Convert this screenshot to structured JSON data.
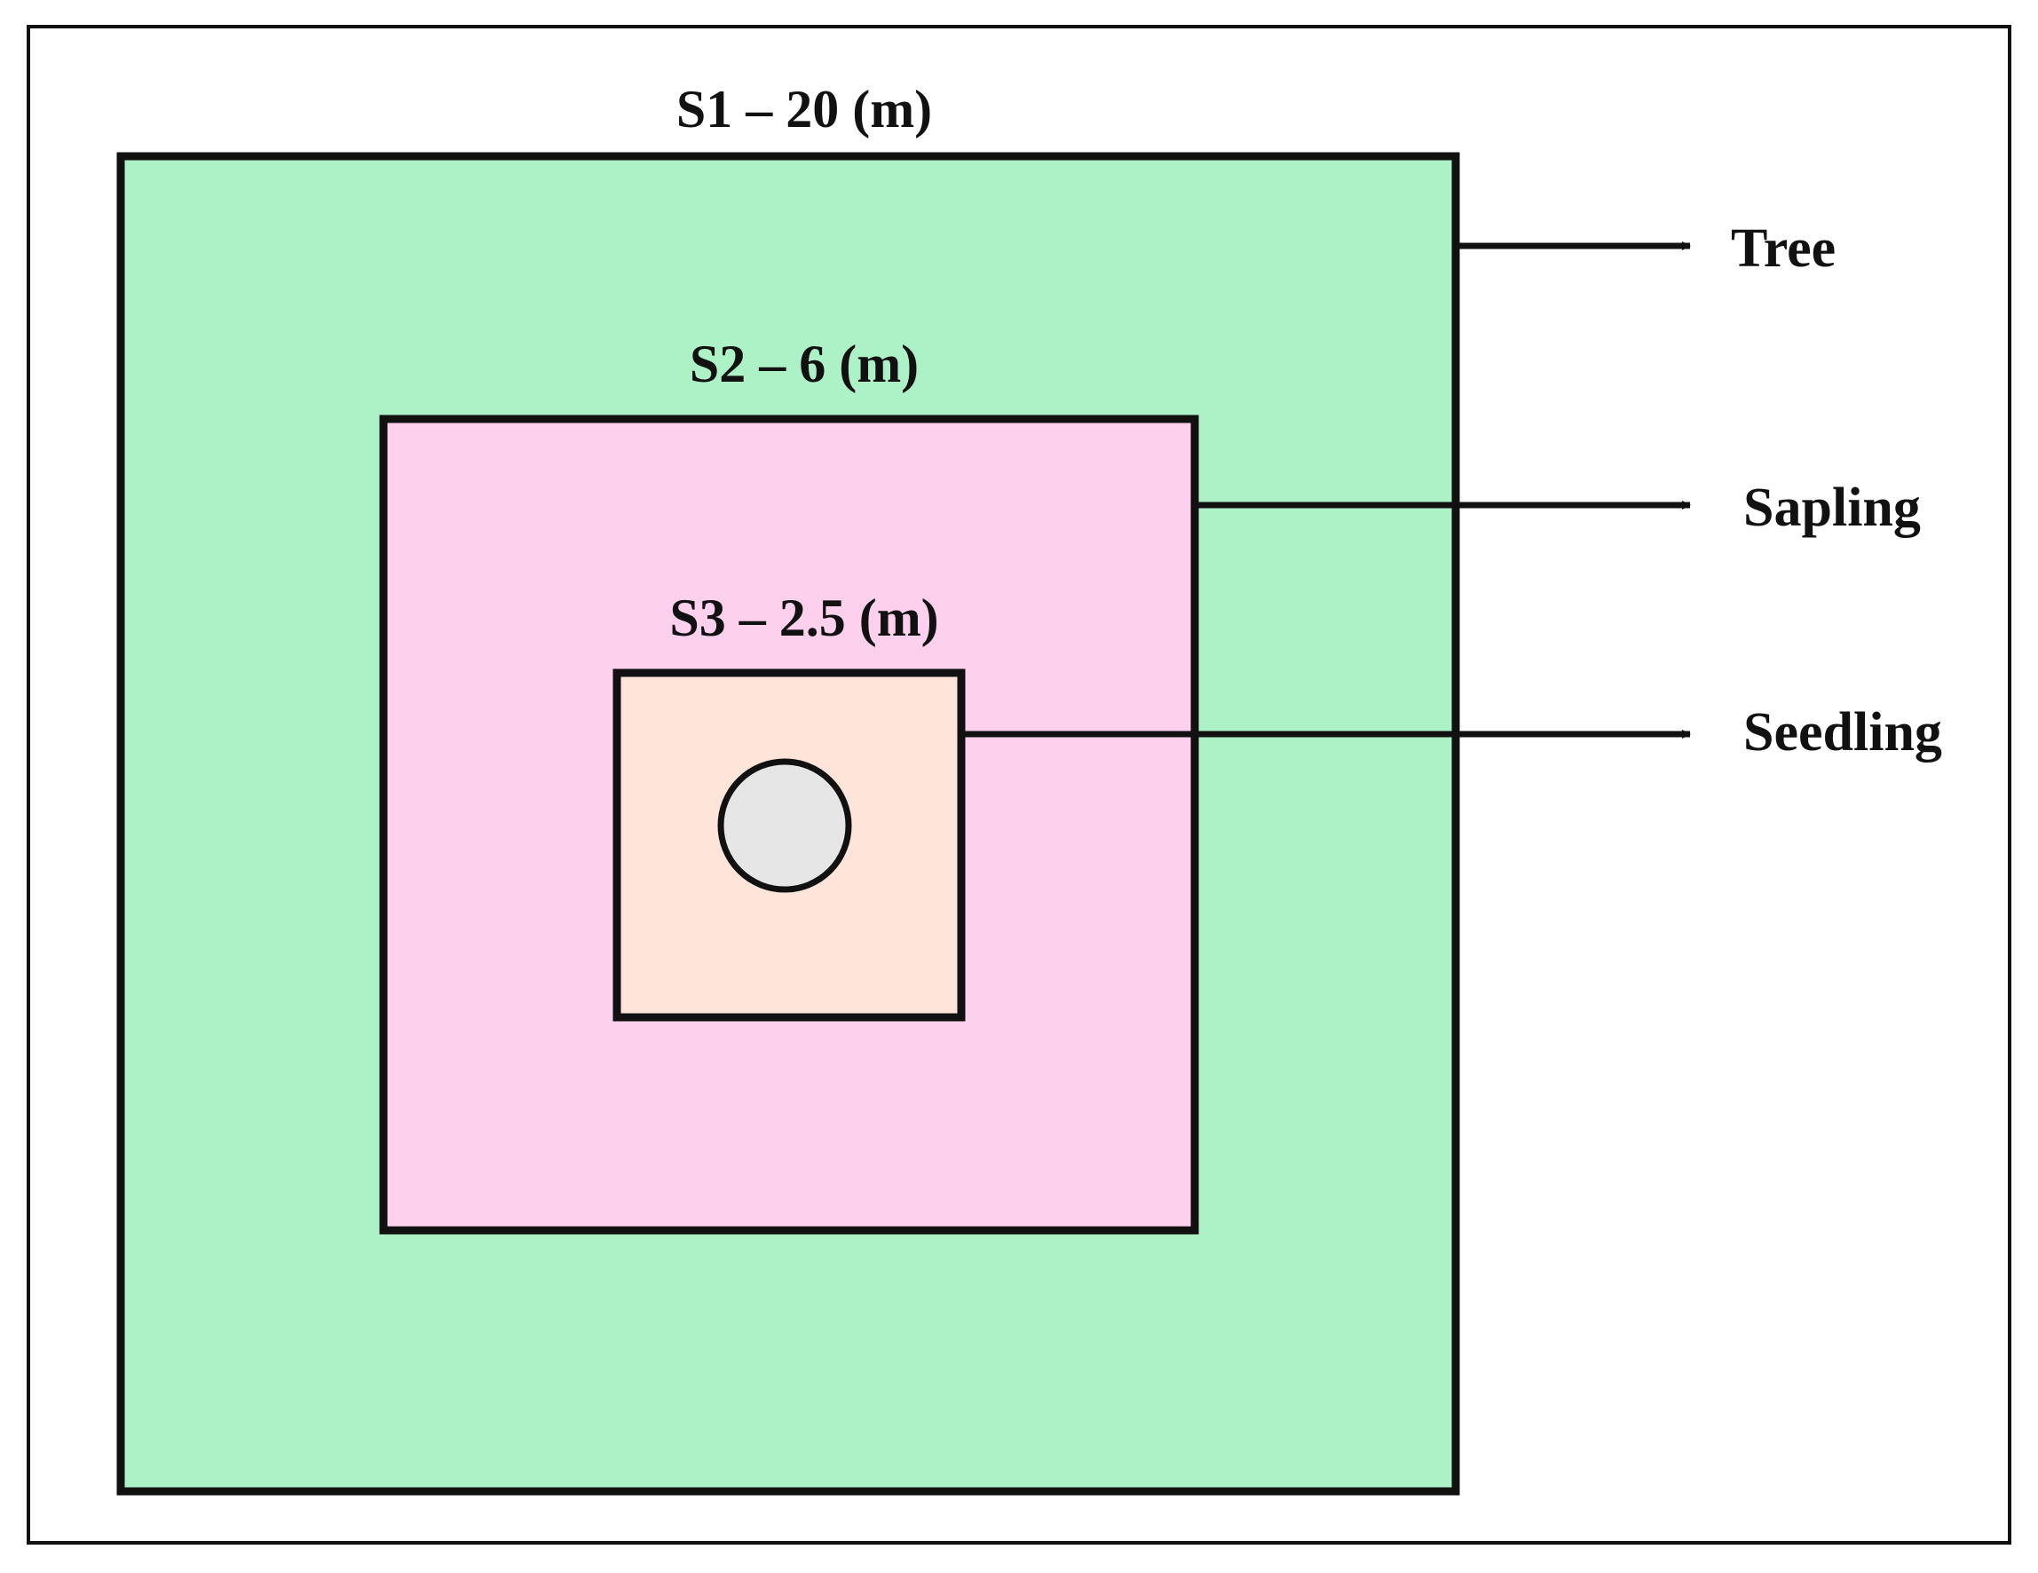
{
  "plots": [
    {
      "id": "S1",
      "label": "S1 – 20 (m)",
      "fill": "#adf1c7"
    },
    {
      "id": "S2",
      "label": "S2 – 6 (m)",
      "fill": "#fdd0ee"
    },
    {
      "id": "S3",
      "label": "S3 – 2.5 (m)",
      "fill": "#ffe5d9"
    }
  ],
  "center_marker": {
    "fill": "#e6e6e6"
  },
  "legend": [
    {
      "label": "Tree"
    },
    {
      "label": "Sapling"
    },
    {
      "label": "Seedling"
    }
  ],
  "colors": {
    "stroke": "#111111",
    "background": "#ffffff"
  }
}
